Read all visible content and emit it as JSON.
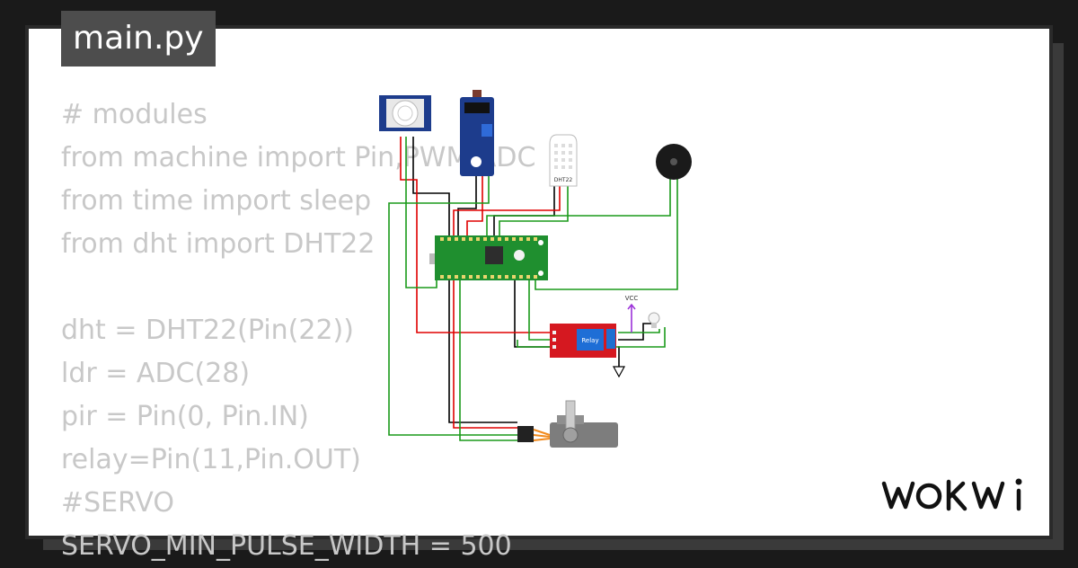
{
  "file_tab": {
    "label": "main.py"
  },
  "code_lines": [
    "# modules",
    "from machine import Pin,PWM,ADC",
    "from time import sleep",
    "from dht import DHT22",
    "",
    "dht = DHT22(Pin(22))",
    "ldr = ADC(28)",
    "pir = Pin(0, Pin.IN)",
    "relay=Pin(11,Pin.OUT)",
    "#SERVO",
    "SERVO_MIN_PULSE_WIDTH = 500"
  ],
  "diagram": {
    "dht_label": "DHT22",
    "relay_label": "Relay",
    "vcc_label": "VCC",
    "colors": {
      "wire_black": "#000000",
      "wire_red": "#e00000",
      "wire_green": "#1a9a1a",
      "wire_purple": "#9b30d9",
      "pico_green": "#1f8f2f",
      "relay_red": "#d51820",
      "sensor_blue": "#1d3c8c"
    }
  },
  "brand": {
    "name": "WOKWI"
  }
}
